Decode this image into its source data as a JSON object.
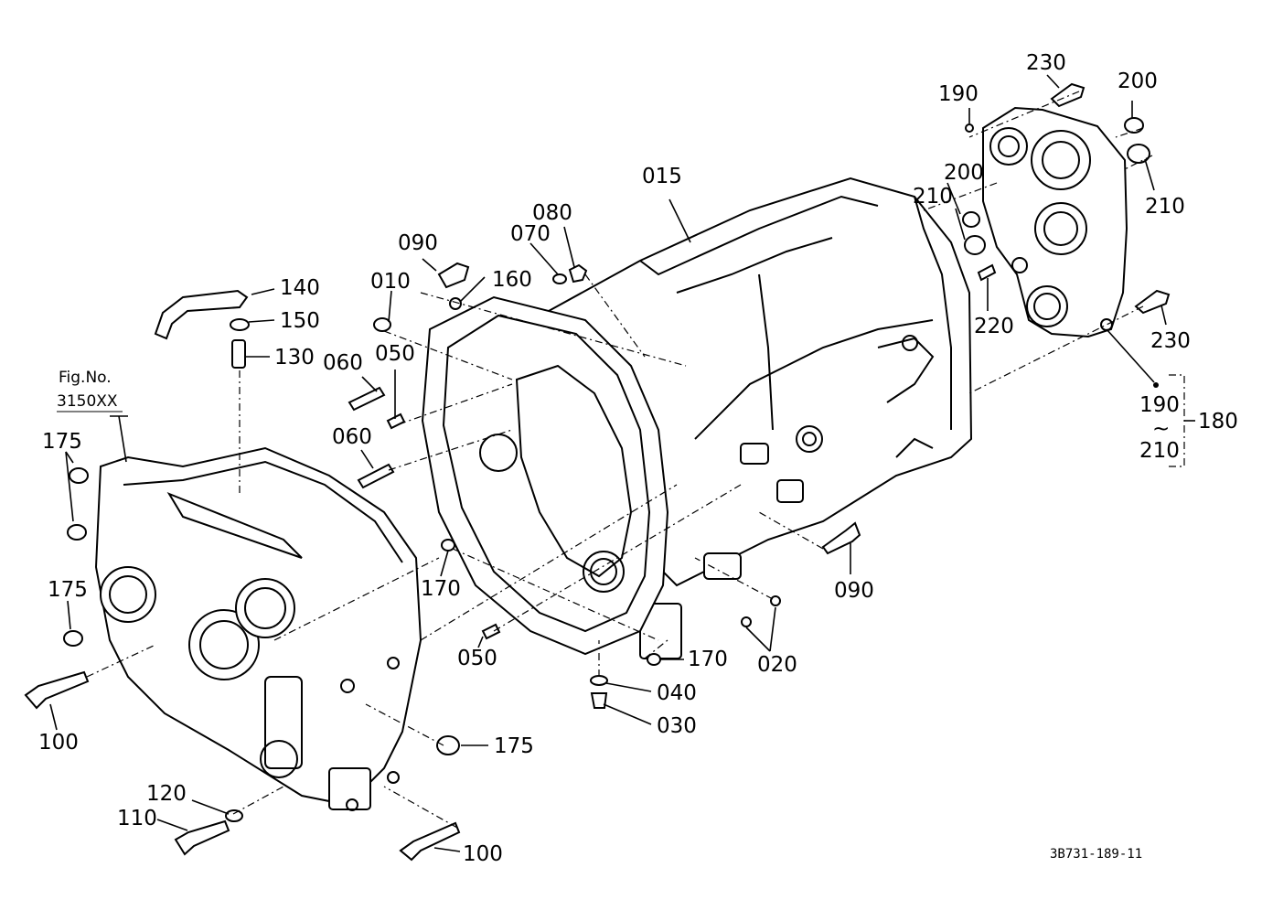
{
  "labels": {
    "p015": "015",
    "p010": "010",
    "p020": "020",
    "p030": "030",
    "p040": "040",
    "p050a": "050",
    "p050b": "050",
    "p060a": "060",
    "p060b": "060",
    "p070": "070",
    "p080": "080",
    "p090a": "090",
    "p090b": "090",
    "p100a": "100",
    "p100b": "100",
    "p110": "110",
    "p120": "120",
    "p130": "130",
    "p140": "140",
    "p150": "150",
    "p160": "160",
    "p170a": "170",
    "p170b": "170",
    "p175a": "175",
    "p175b": "175",
    "p175c": "175",
    "p180": "180",
    "p190a": "190",
    "p190b": "190",
    "p200a": "200",
    "p200b": "200",
    "p210a": "210",
    "p210b": "210",
    "p210c": "210",
    "p220": "220",
    "p230a": "230",
    "p230b": "230"
  },
  "range_tilde": "~",
  "fig_ref": {
    "line1": "Fig.No.",
    "line2": "3150XX"
  },
  "drawing_id": "3B731-189-11"
}
